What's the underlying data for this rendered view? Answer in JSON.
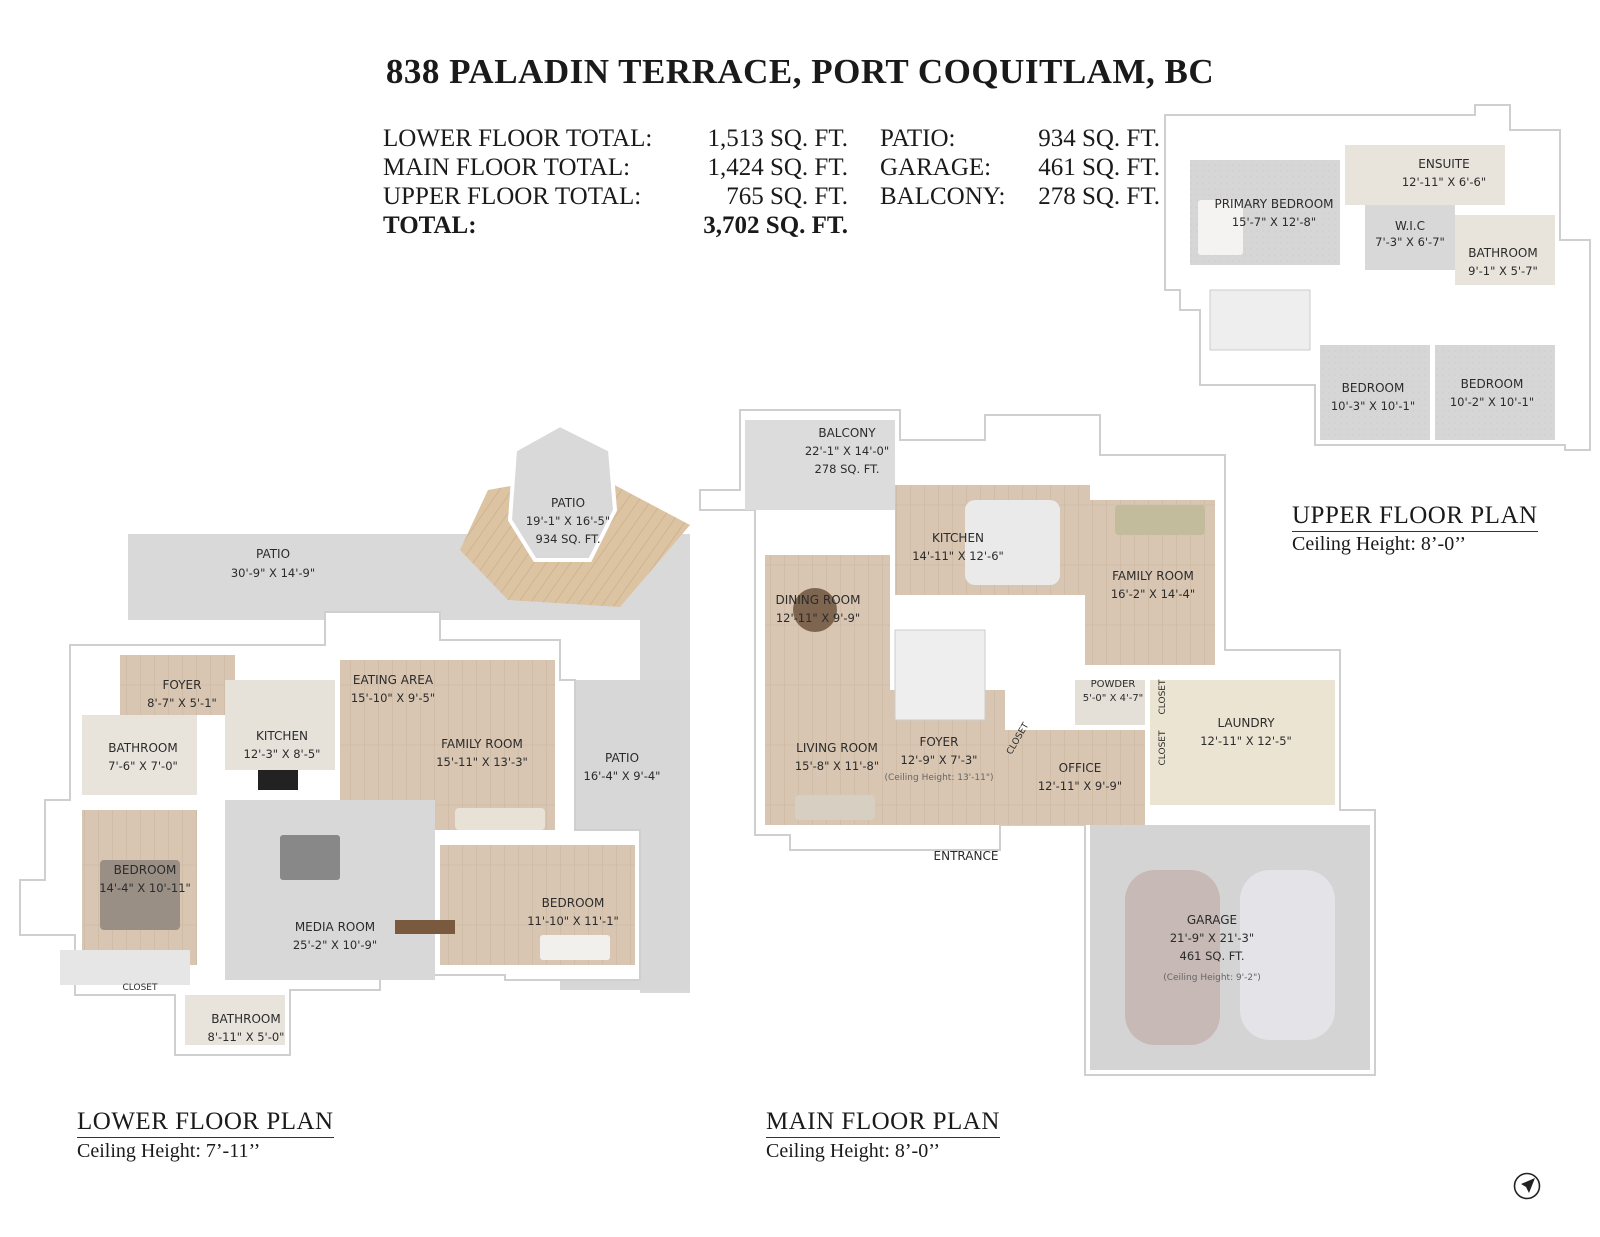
{
  "title": "838 PALADIN TERRACE, PORT COQUITLAM, BC",
  "totals": {
    "left": [
      {
        "label": "LOWER FLOOR TOTAL:",
        "value": "1,513 SQ. FT."
      },
      {
        "label": "MAIN FLOOR TOTAL:",
        "value": "1,424 SQ. FT."
      },
      {
        "label": "UPPER FLOOR TOTAL:",
        "value": "765 SQ. FT."
      },
      {
        "label": "TOTAL:",
        "value": "3,702 SQ. FT."
      }
    ],
    "right": [
      {
        "label": "PATIO:",
        "value": "934 SQ. FT."
      },
      {
        "label": "GARAGE:",
        "value": "461 SQ. FT."
      },
      {
        "label": "BALCONY:",
        "value": "278 SQ. FT."
      }
    ]
  },
  "plans": {
    "upper": {
      "name": "UPPER FLOOR PLAN",
      "ceiling": "Ceiling Height: 8’-0’’"
    },
    "main": {
      "name": "MAIN FLOOR PLAN",
      "ceiling": "Ceiling Height: 8’-0’’"
    },
    "lower": {
      "name": "LOWER FLOOR PLAN",
      "ceiling": "Ceiling Height: 7’-11’’"
    }
  },
  "rooms": {
    "upper": {
      "ensuite": {
        "name": "ENSUITE",
        "dim": "12'-11\" X 6'-6\""
      },
      "primary_bedroom": {
        "name": "PRIMARY BEDROOM",
        "dim": "15'-7\" X 12'-8\""
      },
      "wic": {
        "name": "W.I.C",
        "dim": "7'-3\" X 6'-7\""
      },
      "bathroom": {
        "name": "BATHROOM",
        "dim": "9'-1\" X 5'-7\""
      },
      "bedroom_1": {
        "name": "BEDROOM",
        "dim": "10'-3\" X 10'-1\""
      },
      "bedroom_2": {
        "name": "BEDROOM",
        "dim": "10'-2\" X 10'-1\""
      }
    },
    "main": {
      "balcony": {
        "name": "BALCONY",
        "dim": "22'-1\" X 14'-0\"",
        "area": "278 SQ. FT."
      },
      "kitchen": {
        "name": "KITCHEN",
        "dim": "14'-11\" X 12'-6\""
      },
      "dining_room": {
        "name": "DINING ROOM",
        "dim": "12'-11\" X 9'-9\""
      },
      "family_room": {
        "name": "FAMILY ROOM",
        "dim": "16'-2\" X 14'-4\""
      },
      "powder": {
        "name": "POWDER",
        "dim": "5'-0\" X 4'-7\""
      },
      "closet_1": {
        "name": "CLOSET"
      },
      "closet_2": {
        "name": "CLOSET"
      },
      "closet_3": {
        "name": "CLOSET"
      },
      "laundry": {
        "name": "LAUNDRY",
        "dim": "12'-11\" X 12'-5\""
      },
      "living_room": {
        "name": "LIVING ROOM",
        "dim": "15'-8\" X 11'-8\""
      },
      "foyer": {
        "name": "FOYER",
        "dim": "12'-9\" X 7'-3\"",
        "note": "(Ceiling Height: 13'-11\")"
      },
      "office": {
        "name": "OFFICE",
        "dim": "12'-11\" X 9'-9\""
      },
      "entrance": {
        "name": "ENTRANCE"
      },
      "garage": {
        "name": "GARAGE",
        "dim": "21'-9\" X 21'-3\"",
        "area": "461 SQ. FT.",
        "note": "(Ceiling Height: 9'-2\")"
      }
    },
    "lower": {
      "patio_round": {
        "name": "PATIO",
        "dim": "19'-1\" X 16'-5\"",
        "area": "934 SQ. FT."
      },
      "patio_main": {
        "name": "PATIO",
        "dim": "30'-9\" X 14'-9\""
      },
      "patio_side": {
        "name": "PATIO",
        "dim": "16'-4\" X 9'-4\""
      },
      "foyer": {
        "name": "FOYER",
        "dim": "8'-7\" X 5'-1\""
      },
      "eating_area": {
        "name": "EATING AREA",
        "dim": "15'-10\" X 9'-5\""
      },
      "kitchen": {
        "name": "KITCHEN",
        "dim": "12'-3\" X 8'-5\""
      },
      "family_room": {
        "name": "FAMILY ROOM",
        "dim": "15'-11\" X 13'-3\""
      },
      "bathroom_1": {
        "name": "BATHROOM",
        "dim": "7'-6\" X 7'-0\""
      },
      "bedroom_1": {
        "name": "BEDROOM",
        "dim": "14'-4\" X 10'-11\""
      },
      "media_room": {
        "name": "MEDIA ROOM",
        "dim": "25'-2\" X 10'-9\""
      },
      "bedroom_2": {
        "name": "BEDROOM",
        "dim": "11'-10\" X 11'-1\""
      },
      "closet": {
        "name": "CLOSET"
      },
      "bathroom_2": {
        "name": "BATHROOM",
        "dim": "8'-11\" X 5'-0\""
      }
    }
  },
  "colors": {
    "floor_wood": "#d9c7b4",
    "floor_grey": "#dcdcdc",
    "wall": "#ffffff",
    "deck": "#dcc3a2",
    "tile": "#e8e4dc"
  },
  "icons": {
    "compass": "compass-icon"
  }
}
